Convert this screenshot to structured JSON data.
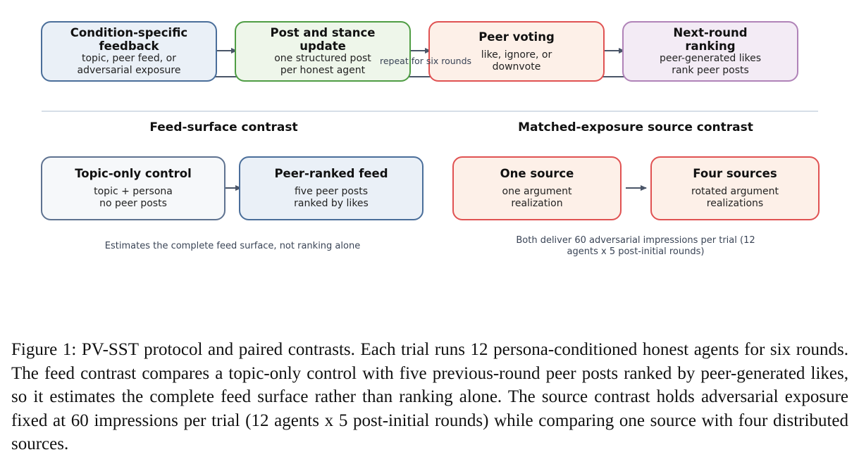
{
  "protocol": {
    "boxes": [
      {
        "title": "Condition-specific feedback",
        "sub": "topic, peer feed, or adversarial exposure",
        "border": "#4a6e9a",
        "fill": "#eaf0f7"
      },
      {
        "title": "Post and stance update",
        "sub": "one structured post per honest agent",
        "border": "#4f9d44",
        "fill": "#eef6ea"
      },
      {
        "title": "Peer voting",
        "sub": "like, ignore, or downvote",
        "border": "#e05252",
        "fill": "#fdf0e8"
      },
      {
        "title": "Next-round ranking",
        "sub": "peer-generated likes rank peer posts",
        "border": "#b083b8",
        "fill": "#f3ebf5"
      }
    ],
    "repeat_label": "repeat for six rounds"
  },
  "feed_contrast": {
    "heading": "Feed-surface contrast",
    "boxes": [
      {
        "title": "Topic-only control",
        "sub": "topic + persona no peer posts",
        "border": "#5e7290",
        "fill": "#f6f8fa"
      },
      {
        "title": "Peer-ranked feed",
        "sub": "five peer posts ranked by likes",
        "border": "#4a6e9a",
        "fill": "#eaf0f7"
      }
    ],
    "note": "Estimates the complete feed surface, not ranking alone"
  },
  "source_contrast": {
    "heading": "Matched-exposure source contrast",
    "boxes": [
      {
        "title": "One source",
        "sub": "one argument realization",
        "border": "#e05252",
        "fill": "#fdf0e8"
      },
      {
        "title": "Four sources",
        "sub": "rotated argument realizations",
        "border": "#e05252",
        "fill": "#fdf0e8"
      }
    ],
    "note": "Both deliver 60 adversarial impressions per trial (12 agents x 5 post-initial rounds)"
  },
  "colors": {
    "arrow": "#4a5568",
    "divider": "#c9d3e0"
  },
  "caption": "Figure 1: PV-SST protocol and paired contrasts. Each trial runs 12 persona-conditioned honest agents for six rounds. The feed contrast compares a topic-only control with five previous-round peer posts ranked by peer-generated likes, so it estimates the complete feed surface rather than ranking alone. The source contrast holds adversarial exposure fixed at 60 impressions per trial (12 agents x 5 post-initial rounds) while comparing one source with four distributed sources."
}
